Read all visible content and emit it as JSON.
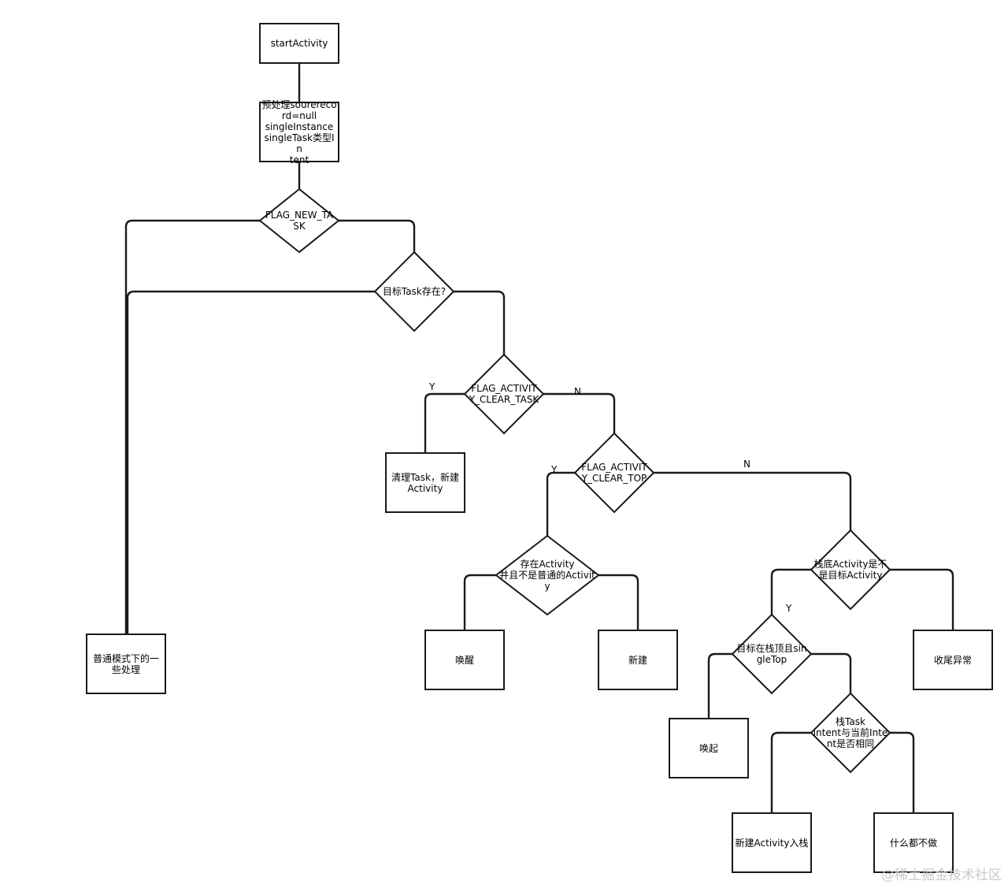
{
  "nodes": {
    "start": "startActivity",
    "preprocess": "预处理sourereco\nrd=null\nsingleInstance\nsingleTask类型In\ntent",
    "flag_new_task": "FLAG_NEW_TA\nSK",
    "target_task_exists": "目标Task存在?",
    "normal_mode": "普通模式下的一\n些处理",
    "flag_clear_task": "FLAG_ACTIVIT\nY_CLEAR_TASK",
    "clear_task_new": "清理Task，新建\nActivity",
    "flag_clear_top": "FLAG_ACTIVIT\nY_CLEAR_TOP",
    "exists_activity": "存在Activity\n并且不是普通的Activit\ny",
    "wake": "唤醒",
    "create": "新建",
    "bottom_is_target": "栈底Activity是不\n是目标Activity",
    "target_on_top_singletop": "目标在栈顶且sin\ngleTop",
    "finish_abnormal": "收尾异常",
    "wake_up": "唤起",
    "task_intent_same": "栈Task\nintent与当前Inte\nnt是否相同",
    "new_activity_push": "新建Activity入栈",
    "do_nothing": "什么都不做"
  },
  "edge_labels": {
    "clear_task_yes": "Y",
    "clear_task_no": "N",
    "clear_top_yes": "Y",
    "clear_top_no": "N",
    "singletop_yes": "Y"
  },
  "watermark": "@稀土掘金技术社区"
}
